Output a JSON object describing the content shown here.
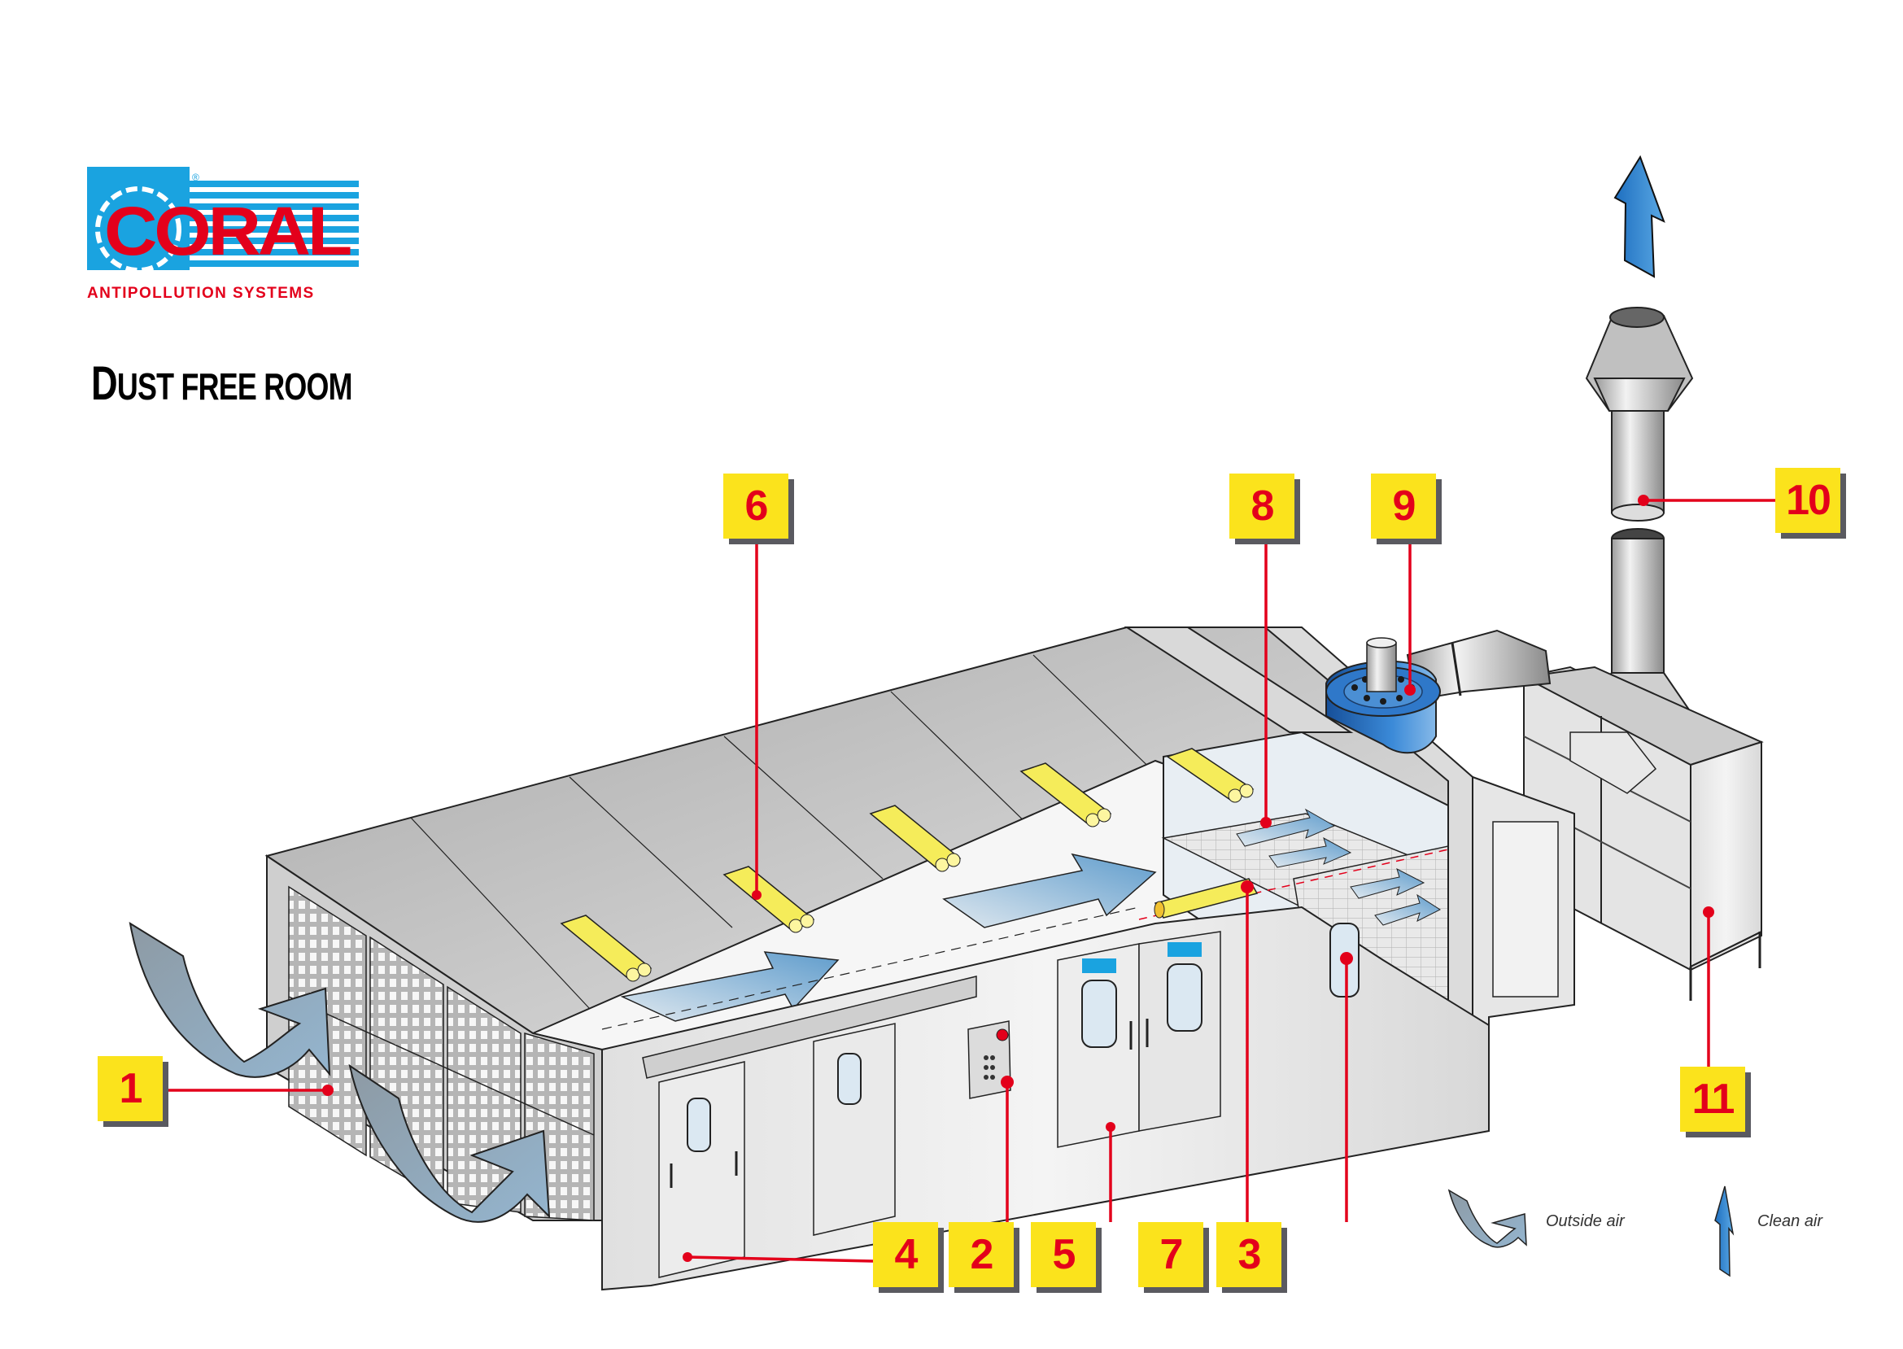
{
  "brand": {
    "name": "CORAL",
    "registered_mark": "®",
    "tagline": "ANTIPOLLUTION SYSTEMS",
    "colors": {
      "blue": "#1aa3e0",
      "red": "#e3001b"
    }
  },
  "title": {
    "first_letter": "D",
    "rest_first_word": "UST",
    "remaining": " FREE ROOM"
  },
  "callouts": [
    {
      "number": "1",
      "target": "intake-filter-panels"
    },
    {
      "number": "2",
      "target": "control-panel"
    },
    {
      "number": "3",
      "target": "side-inspection-window"
    },
    {
      "number": "4",
      "target": "entrance-door"
    },
    {
      "number": "5",
      "target": "double-doors"
    },
    {
      "number": "6",
      "target": "ceiling-lights"
    },
    {
      "number": "7",
      "target": "light-tube"
    },
    {
      "number": "8",
      "target": "exhaust-grating"
    },
    {
      "number": "9",
      "target": "exhaust-fan"
    },
    {
      "number": "10",
      "target": "chimney-stack"
    },
    {
      "number": "11",
      "target": "filter-cabinet"
    }
  ],
  "legend": {
    "outside_air": "Outside air",
    "clean_air": "Clean air"
  },
  "colors": {
    "callout_fill": "#fbe31c",
    "callout_text": "#e3001b",
    "callout_shadow": "#5a5a60",
    "leader_line": "#e3001b",
    "outside_air_arrow": "#8fb0c8",
    "clean_air_arrow": "#2d86cf",
    "fan_blue": "#2a72c4",
    "light_yellow": "#f5ec5a"
  }
}
